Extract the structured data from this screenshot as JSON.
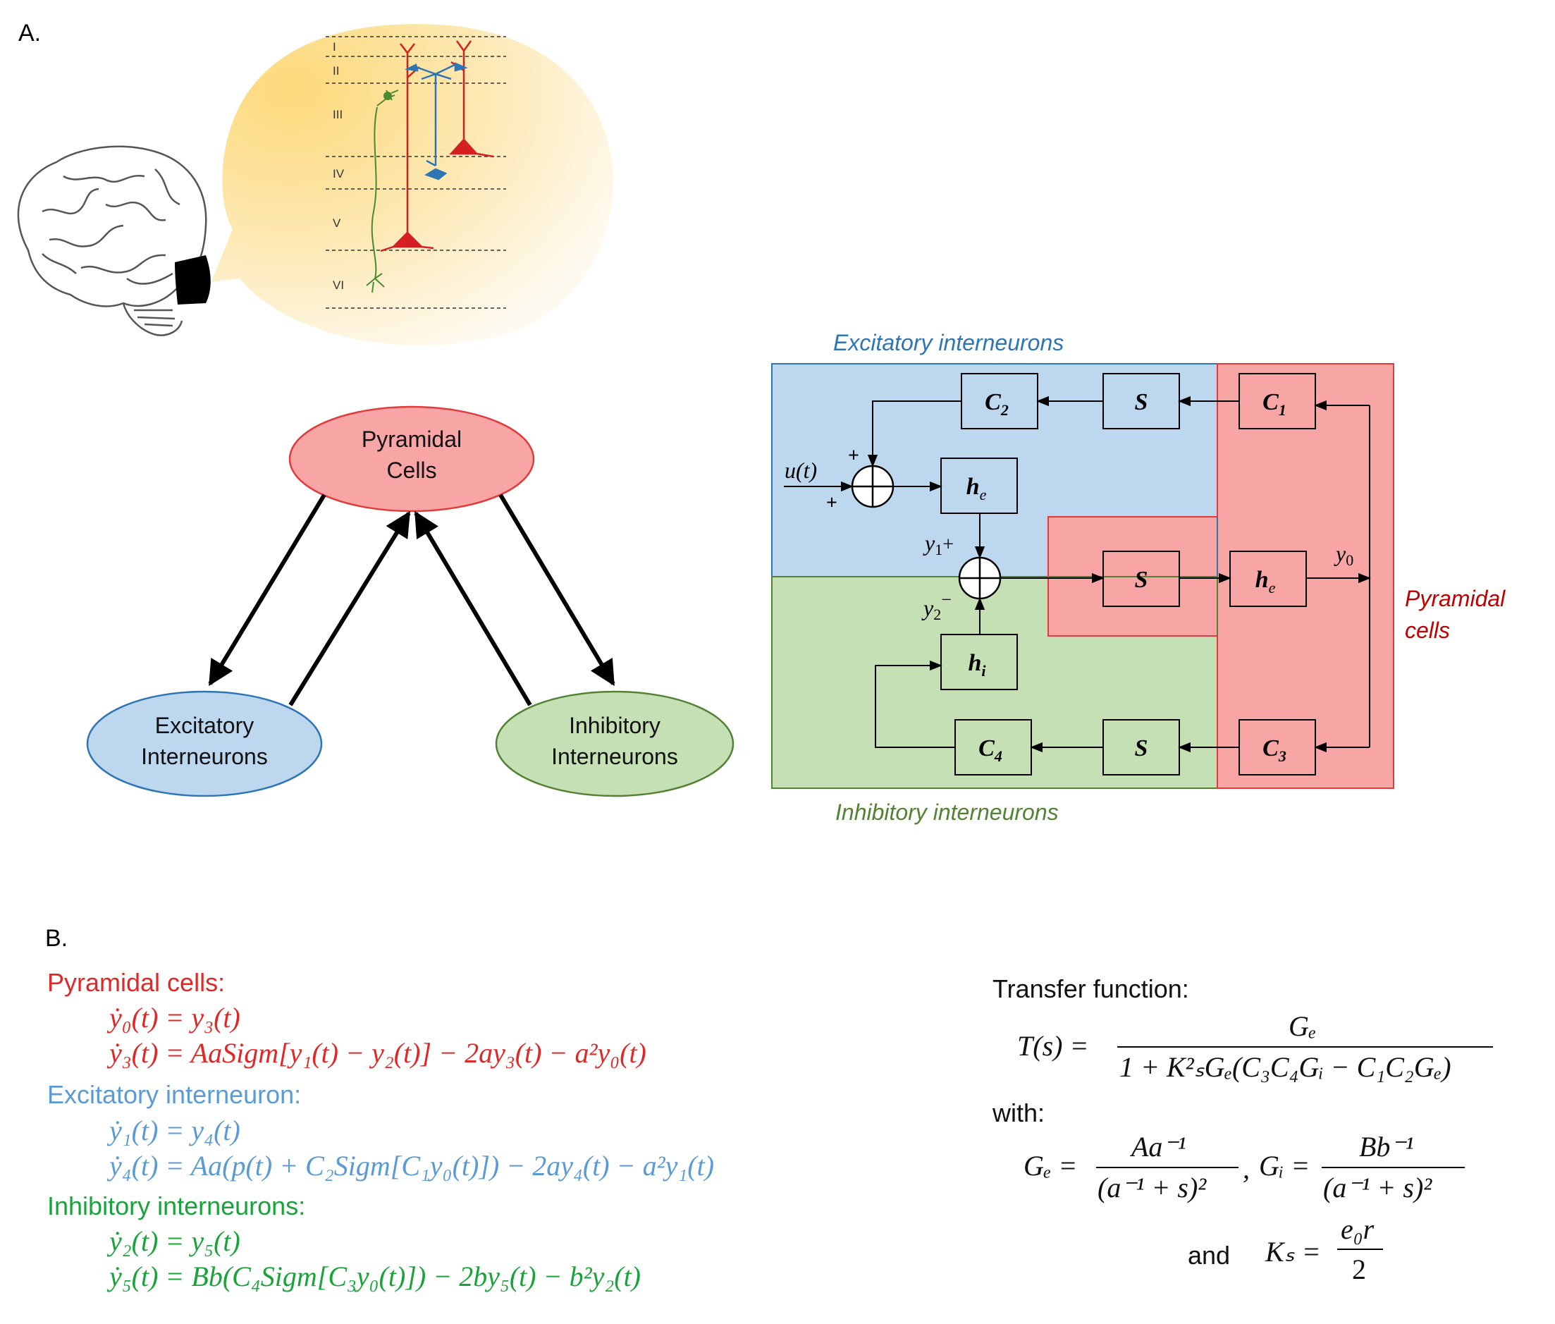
{
  "panel_a": {
    "label": "A.",
    "cortex_layers": [
      "I",
      "II",
      "III",
      "IV",
      "V",
      "VI"
    ],
    "graph": {
      "pyramidal": [
        "Pyramidal",
        "Cells"
      ],
      "excitatory": [
        "Excitatory",
        "Interneurons"
      ],
      "inhibitory": [
        "Inhibitory",
        "Interneurons"
      ],
      "colors": {
        "pyramidal_fill": "#f8a5a5",
        "pyramidal_stroke": "#e03c3c",
        "excitatory_fill": "#bdd7ee",
        "excitatory_stroke": "#2e75b6",
        "inhibitory_fill": "#c5e0b4",
        "inhibitory_stroke": "#548235"
      }
    },
    "block_diagram": {
      "excitatory_title": "Excitatory interneurons",
      "inhibitory_title": "Inhibitory interneurons",
      "pyramidal_title": [
        "Pyramidal",
        "cells"
      ],
      "blocks": {
        "c1": "C",
        "c1_sub": "1",
        "c2": "C",
        "c2_sub": "2",
        "c3": "C",
        "c3_sub": "3",
        "c4": "C",
        "c4_sub": "4",
        "s": "S",
        "he": "h",
        "he_sub": "e",
        "hi": "h",
        "hi_sub": "i"
      },
      "signals": {
        "u": "u(t)",
        "plus": "+",
        "y1": "y",
        "y1_sub": "1",
        "y1_sign": "+",
        "y2": "y",
        "y2_sub": "2",
        "y2_sign": "−",
        "y0": "y",
        "y0_sub": "0"
      },
      "colors": {
        "blue_region": "#bdd7ee",
        "green_region": "#c5e0b4",
        "red_region": "#f8a5a5",
        "blue_text": "#2e75b6",
        "green_text": "#548235",
        "red_text": "#c00000"
      }
    }
  },
  "panel_b": {
    "label": "B.",
    "pyramidal_heading": "Pyramidal cells:",
    "pyramidal_eq1": "ẏ₀(t) = y₃(t)",
    "pyramidal_eq2": "ẏ₃(t) = AaSigm[y₁(t) − y₂(t)] − 2ay₃(t) − a²y₀(t)",
    "excitatory_heading": "Excitatory interneuron:",
    "excitatory_eq1": "ẏ₁(t) = y₄(t)",
    "excitatory_eq2": "ẏ₄(t) = Aa(p(t) + C₂Sigm[C₁y₀(t)]) − 2ay₄(t) − a²y₁(t)",
    "inhibitory_heading": "Inhibitory interneurons:",
    "inhibitory_eq1": "ẏ₂(t) = y₅(t)",
    "inhibitory_eq2": "ẏ₅(t) = Bb(C₄Sigm[C₃y₀(t)]) − 2by₅(t) − b²y₂(t)",
    "transfer_heading": "Transfer function:",
    "transfer_lhs": "T(s) =",
    "transfer_num": "Gₑ",
    "transfer_den": "1 + K²ₛGₑ(C₃C₄Gᵢ − C₁C₂Gₑ)",
    "with": "with:",
    "ge_lhs": "Gₑ =",
    "ge_num": "Aa⁻¹",
    "ge_den": "(a⁻¹ + s)²",
    "comma": ",",
    "gi_lhs": "Gᵢ =",
    "gi_num": "Bb⁻¹",
    "gi_den": "(a⁻¹ + s)²",
    "and": "and",
    "ks_lhs": "Kₛ =",
    "ks_num": "e₀r",
    "ks_den": "2"
  }
}
